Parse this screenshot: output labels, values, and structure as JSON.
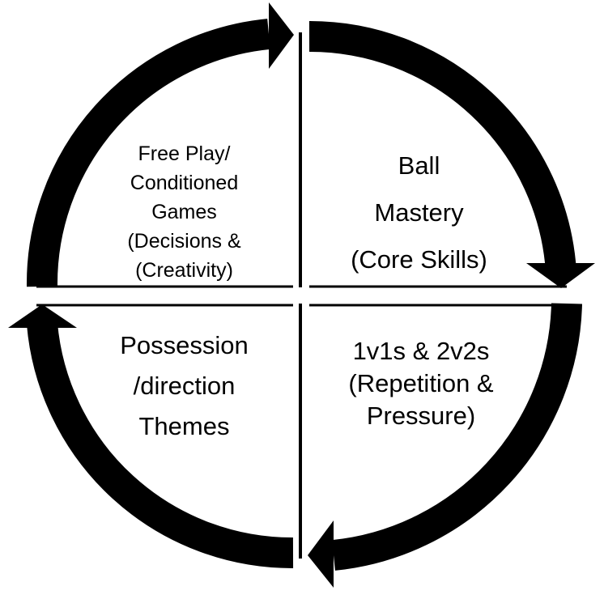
{
  "diagram": {
    "type": "cycle",
    "colors": {
      "arrow": "#000000",
      "background": "#ffffff",
      "divider": "#000000"
    },
    "quadrants": [
      {
        "id": "free-play",
        "position": "top-left",
        "lines": [
          "Free Play/",
          "Conditioned",
          "Games",
          "(Decisions &",
          "(Creativity)"
        ]
      },
      {
        "id": "ball-mastery",
        "position": "top-right",
        "lines": [
          "Ball",
          "Mastery",
          "(Core Skills)"
        ]
      },
      {
        "id": "1v1s",
        "position": "bottom-right",
        "lines": [
          "1v1s & 2v2s",
          "(Repetition &",
          "Pressure)"
        ]
      },
      {
        "id": "possession",
        "position": "bottom-left",
        "lines": [
          "Possession",
          "/direction",
          "Themes"
        ]
      }
    ],
    "arrow_direction": "clockwise"
  }
}
